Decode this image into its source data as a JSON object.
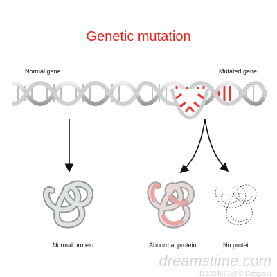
{
  "title": "Genetic mutation",
  "labels": {
    "normal_gene": "Normal gene",
    "mutated_gene": "Mutated gene",
    "normal_protein": "Normal protein",
    "abnormal_protein": "Abnormal protein",
    "no_protein": "No protein"
  },
  "watermark": {
    "text": "dreamstime.com",
    "id": "ID 123456789 © Designua"
  },
  "colors": {
    "title": "#e8231c",
    "dna": "#c8c8c8",
    "mutation": "#e8372f"
  }
}
